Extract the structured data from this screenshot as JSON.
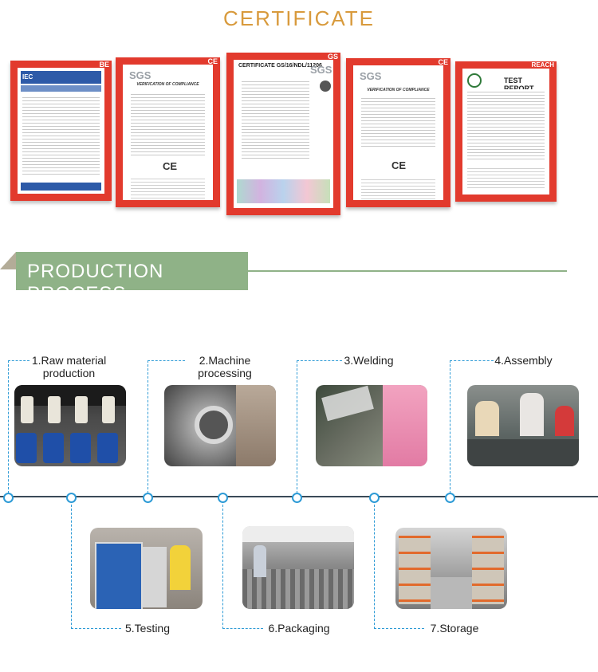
{
  "headings": {
    "certificate": "CERTIFICATE",
    "production_process": "PRODUCTION PROCESS"
  },
  "certificates": [
    {
      "tag": "BE",
      "brand": "IEC",
      "header": ""
    },
    {
      "tag": "CE",
      "brand": "SGS",
      "header": "VERIFICATION OF COMPLIANCE"
    },
    {
      "tag": "GS",
      "brand": "SGS",
      "header": "CERTIFICATE GS/16/NDL/11206"
    },
    {
      "tag": "CE",
      "brand": "SGS",
      "header": "VERIFICATION OF COMPLIANCE"
    },
    {
      "tag": "REACH",
      "brand": "",
      "header": "TEST REPORT"
    }
  ],
  "steps": [
    {
      "label": "1.Raw material production"
    },
    {
      "label": "2.Machine processing"
    },
    {
      "label": "3.Welding"
    },
    {
      "label": "4.Assembly"
    },
    {
      "label": "5.Testing"
    },
    {
      "label": "6.Packaging"
    },
    {
      "label": "7.Storage"
    }
  ],
  "colors": {
    "certificate_heading": "#d89a3c",
    "certificate_frame": "#e23a2d",
    "production_bar": "#8fb287",
    "timeline_dots": "#2e9bd6"
  }
}
